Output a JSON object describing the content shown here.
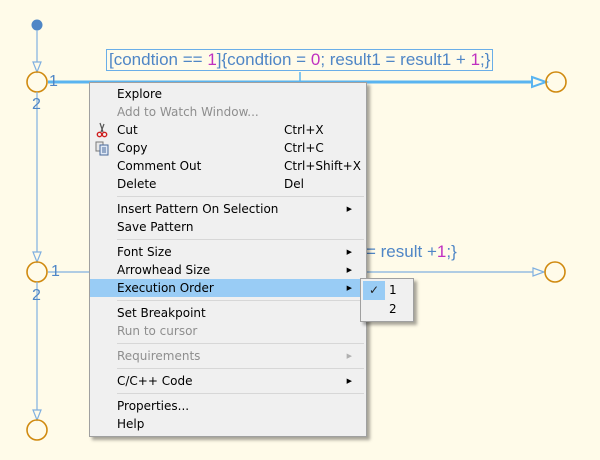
{
  "diagram": {
    "top_transition_label": {
      "parts": [
        {
          "text": "[condtion == ",
          "kind": "text"
        },
        {
          "text": "1",
          "kind": "num"
        },
        {
          "text": "]{condtion = ",
          "kind": "text"
        },
        {
          "text": "0",
          "kind": "num"
        },
        {
          "text": "; result1 = result1 + ",
          "kind": "text"
        },
        {
          "text": "1",
          "kind": "num"
        },
        {
          "text": ";}",
          "kind": "text"
        }
      ]
    },
    "mid_transition_label": {
      "visible_text": "= result +",
      "num": "1",
      "tail": ";}"
    },
    "order_labels": {
      "top_right": "1",
      "top_down": "2",
      "mid_right": "1",
      "mid_down": "2"
    },
    "colors": {
      "background": "#fffbe9",
      "edge": "#80b0e0",
      "edge_selected": "#5ab4f0",
      "junction": "#d08a10",
      "label_text": "#4f86c6",
      "number_literal": "#c030c0",
      "default_transition_dot": "#4f86c6"
    }
  },
  "context_menu": {
    "items": [
      {
        "label": "Explore",
        "shortcut": "",
        "submenu": false,
        "disabled": false,
        "icon": ""
      },
      {
        "label": "Add to Watch Window...",
        "shortcut": "",
        "submenu": false,
        "disabled": true,
        "icon": ""
      },
      {
        "label": "Cut",
        "shortcut": "Ctrl+X",
        "submenu": false,
        "disabled": false,
        "icon": "scissors-icon"
      },
      {
        "label": "Copy",
        "shortcut": "Ctrl+C",
        "submenu": false,
        "disabled": false,
        "icon": "copy-icon"
      },
      {
        "label": "Comment Out",
        "shortcut": "Ctrl+Shift+X",
        "submenu": false,
        "disabled": false,
        "icon": ""
      },
      {
        "label": "Delete",
        "shortcut": "Del",
        "submenu": false,
        "disabled": false,
        "icon": ""
      },
      {
        "label": "Insert Pattern On Selection",
        "shortcut": "",
        "submenu": true,
        "disabled": false,
        "icon": ""
      },
      {
        "label": "Save Pattern",
        "shortcut": "",
        "submenu": false,
        "disabled": false,
        "icon": ""
      },
      {
        "label": "Font Size",
        "shortcut": "",
        "submenu": true,
        "disabled": false,
        "icon": ""
      },
      {
        "label": "Arrowhead Size",
        "shortcut": "",
        "submenu": true,
        "disabled": false,
        "icon": ""
      },
      {
        "label": "Execution Order",
        "shortcut": "",
        "submenu": true,
        "disabled": false,
        "icon": "",
        "highlighted": true
      },
      {
        "label": "Set Breakpoint",
        "shortcut": "",
        "submenu": false,
        "disabled": false,
        "icon": ""
      },
      {
        "label": "Run to cursor",
        "shortcut": "",
        "submenu": false,
        "disabled": true,
        "icon": ""
      },
      {
        "label": "Requirements",
        "shortcut": "",
        "submenu": true,
        "disabled": true,
        "icon": ""
      },
      {
        "label": "C/C++ Code",
        "shortcut": "",
        "submenu": true,
        "disabled": false,
        "icon": ""
      },
      {
        "label": "Properties...",
        "shortcut": "",
        "submenu": false,
        "disabled": false,
        "icon": ""
      },
      {
        "label": "Help",
        "shortcut": "",
        "submenu": false,
        "disabled": false,
        "icon": ""
      }
    ],
    "arrow_glyph": "▶",
    "highlight_color": "#99ccf5"
  },
  "execution_order_submenu": {
    "items": [
      {
        "label": "1",
        "checked": true
      },
      {
        "label": "2",
        "checked": false
      }
    ],
    "check_glyph": "✓"
  }
}
